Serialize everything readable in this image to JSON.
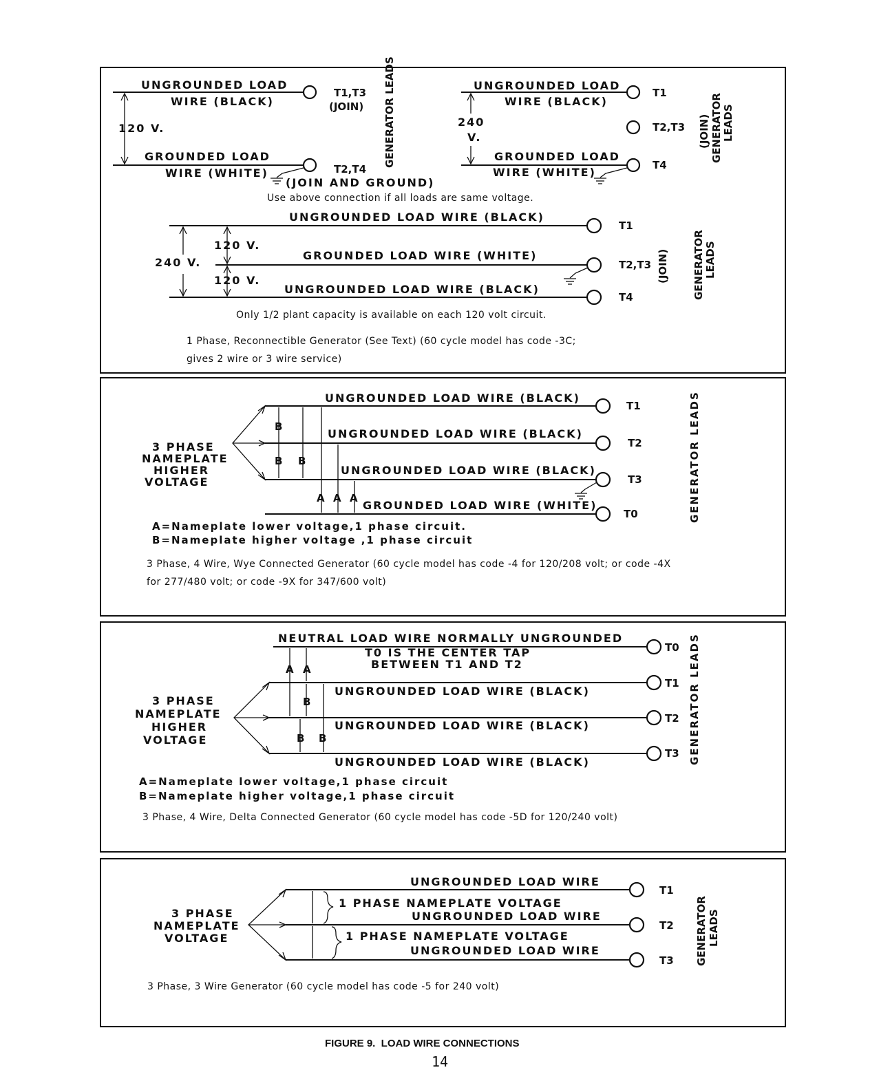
{
  "panel1": {
    "top_left_load_line1": "UNGROUNDED LOAD",
    "top_left_load_line2": "WIRE (BLACK)",
    "top_left_voltage": "120 V.",
    "top_left_term1": "T1,T3",
    "top_left_join": "(JOIN)",
    "top_left_ground_line1": "GROUNDED LOAD",
    "top_left_ground_line2": "WIRE (WHITE)",
    "top_left_term2": "T2,T4",
    "top_left_join_ground": "(JOIN AND GROUND)",
    "top_left_leads": "GENERATOR LEADS",
    "top_right_load_line1": "UNGROUNDED LOAD",
    "top_right_load_line2": "WIRE (BLACK)",
    "top_right_voltage_1": "240",
    "top_right_voltage_2": "V.",
    "top_right_term1": "T1",
    "top_right_term2": "T2,T3",
    "top_right_ground_line1": "GROUNDED LOAD",
    "top_right_ground_line2": "WIRE (WHITE)",
    "top_right_term3": "T4",
    "top_right_join": "(JOIN)",
    "top_right_leads_1": "GENERATOR",
    "top_right_leads_2": "LEADS",
    "use_above_note": "Use above connection if all loads are same voltage.",
    "mid_wire1": "UNGROUNDED LOAD WIRE (BLACK)",
    "mid_wire2": "GROUNDED LOAD WIRE (WHITE)",
    "mid_wire3": "UNGROUNDED LOAD WIRE (BLACK)",
    "mid_v240": "240 V.",
    "mid_v120a": "120 V.",
    "mid_v120b": "120 V.",
    "mid_term1": "T1",
    "mid_term2": "T2,T3",
    "mid_term3": "T4",
    "mid_join": "(JOIN)",
    "mid_leads_1": "GENERATOR",
    "mid_leads_2": "LEADS",
    "half_capacity_note": "Only 1/2 plant capacity is available on each 120 volt circuit.",
    "caption_line1": "1 Phase, Reconnectible Generator (See Text) (60 cycle model has code -3C;",
    "caption_line2": "gives 2 wire or 3 wire service)"
  },
  "panel2": {
    "wire1": "UNGROUNDED LOAD WIRE (BLACK)",
    "wire2": "UNGROUNDED LOAD WIRE (BLACK)",
    "wire3": "UNGROUNDED LOAD WIRE (BLACK)",
    "wire4": "GROUNDED LOAD WIRE (WHITE)",
    "term1": "T1",
    "term2": "T2",
    "term3": "T3",
    "term4": "T0",
    "source_line1": "3 PHASE",
    "source_line2": "NAMEPLATE",
    "source_line3": "HIGHER",
    "source_line4": "VOLTAGE",
    "marker_a": "A",
    "marker_b": "B",
    "legend_a": "A=Nameplate lower voltage,1 phase circuit.",
    "legend_b": "B=Nameplate higher voltage ,1 phase circuit",
    "leads": "GENERATOR LEADS",
    "caption_line1": "3 Phase, 4 Wire, Wye Connected Generator (60 cycle model has code -4 for 120/208 volt; or code -4X",
    "caption_line2": "for 277/480 volt; or code -9X for 347/600 volt)"
  },
  "panel3": {
    "neutral": "NEUTRAL LOAD WIRE NORMALLY UNGROUNDED",
    "center_tap_1": "T0 IS THE CENTER TAP",
    "center_tap_2": "BETWEEN T1 AND T2",
    "wire1": "UNGROUNDED LOAD WIRE (BLACK)",
    "wire2": "UNGROUNDED LOAD WIRE (BLACK)",
    "wire3": "UNGROUNDED LOAD WIRE (BLACK)",
    "term0": "T0",
    "term1": "T1",
    "term2": "T2",
    "term3": "T3",
    "source_line1": "3 PHASE",
    "source_line2": "NAMEPLATE",
    "source_line3": "HIGHER",
    "source_line4": "VOLTAGE",
    "marker_a": "A",
    "marker_b": "B",
    "legend_a": "A=Nameplate lower voltage,1 phase circuit",
    "legend_b": "B=Nameplate higher voltage,1 phase circuit",
    "leads": "GENERATOR LEADS",
    "caption": "3 Phase, 4 Wire, Delta Connected Generator (60 cycle model has code -5D for 120/240 volt)"
  },
  "panel4": {
    "wire1": "UNGROUNDED LOAD WIRE",
    "phase1": "1 PHASE NAMEPLATE VOLTAGE",
    "wire2": "UNGROUNDED LOAD WIRE",
    "phase2": "1 PHASE NAMEPLATE VOLTAGE",
    "wire3": "UNGROUNDED LOAD WIRE",
    "term1": "T1",
    "term2": "T2",
    "term3": "T3",
    "source_line1": "3 PHASE",
    "source_line2": "NAMEPLATE",
    "source_line3": "VOLTAGE",
    "leads_1": "GENERATOR",
    "leads_2": "LEADS",
    "caption": "3 Phase, 3 Wire Generator (60 cycle model has code -5 for 240 volt)"
  },
  "figure_caption": "FIGURE 9.  LOAD WIRE CONNECTIONS",
  "page_number": "14"
}
